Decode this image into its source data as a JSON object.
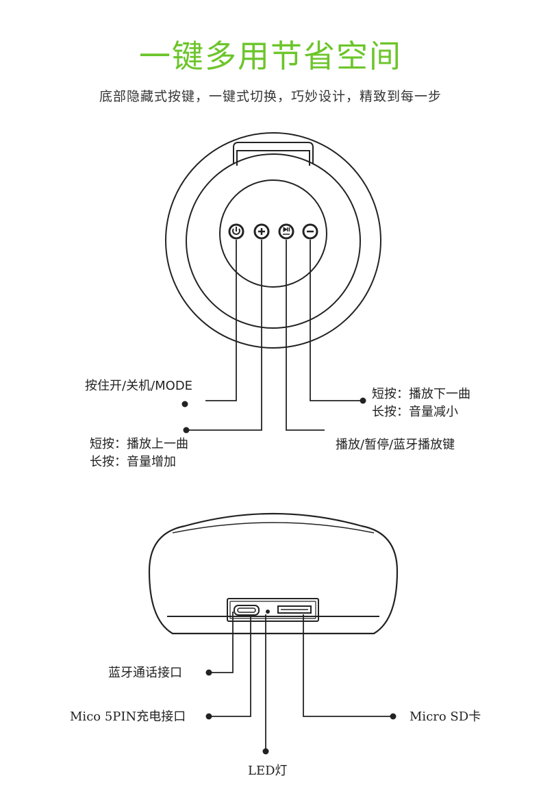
{
  "header": {
    "title": "一键多用节省空间",
    "subtitle": "底部隐藏式按键，一键式切换，巧妙设计，精致到每一步"
  },
  "top_view": {
    "power_label": "按住开/关机/MODE",
    "plus_label_line1": "短按：播放上一曲",
    "plus_label_line2": "长按：音量增加",
    "play_label": "播放/暂停/蓝牙播放键",
    "minus_label_line1": "短按：播放下一曲",
    "minus_label_line2": "长按：音量减小"
  },
  "bottom_view": {
    "bt_port_label": "蓝牙通话接口",
    "charge_port_label": "Mico 5PIN充电接口",
    "led_label": "LED灯",
    "sd_label": "Micro SD卡"
  },
  "colors": {
    "title": "#6cc52a",
    "line": "#222222"
  },
  "icons": [
    "power-icon",
    "plus-icon",
    "play-pause-icon",
    "minus-icon"
  ]
}
